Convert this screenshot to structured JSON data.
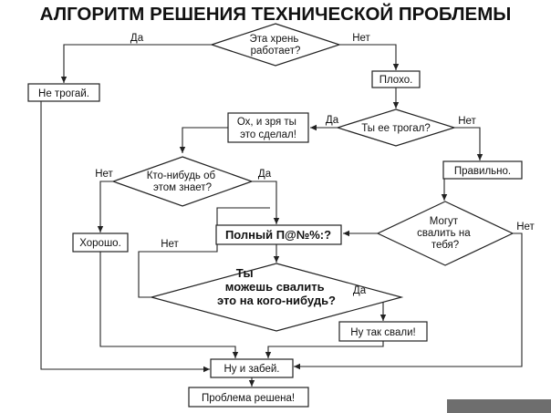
{
  "title": "АЛГОРИТМ РЕШЕНИЯ ТЕХНИЧЕСКОЙ ПРОБЛЕМЫ",
  "nodes": {
    "works": [
      "Эта хрень",
      "работает?"
    ],
    "dont_touch": [
      "Не трогай."
    ],
    "bad": [
      "Плохо."
    ],
    "did_you_touch": [
      "Ты ее трогал?"
    ],
    "shouldnt_have": [
      "Ох, и зря ты",
      "это сделал!"
    ],
    "right": [
      "Правильно."
    ],
    "anyone_knows": [
      "Кто-нибудь об",
      "этом знает?"
    ],
    "blame_you": [
      "Могут",
      "свалить на",
      "тебя?"
    ],
    "good": [
      "Хорошо."
    ],
    "full_mess": [
      "Полный П@№%:?"
    ],
    "blame_other": [
      "Ты",
      "можешь свалить",
      "это на кого-нибудь?"
    ],
    "do_it": [
      "Ну так свали!"
    ],
    "forget_it": [
      "Ну и забей."
    ],
    "solved": [
      "Проблема решена!"
    ]
  },
  "edge_labels": {
    "works_yes": "Да",
    "works_no": "Нет",
    "touch_yes": "Да",
    "touch_no": "Нет",
    "knows_no": "Нет",
    "knows_yes": "Да",
    "blame_you_no": "Нет",
    "blame_other_no": "Нет",
    "blame_other_yes": "Да"
  }
}
